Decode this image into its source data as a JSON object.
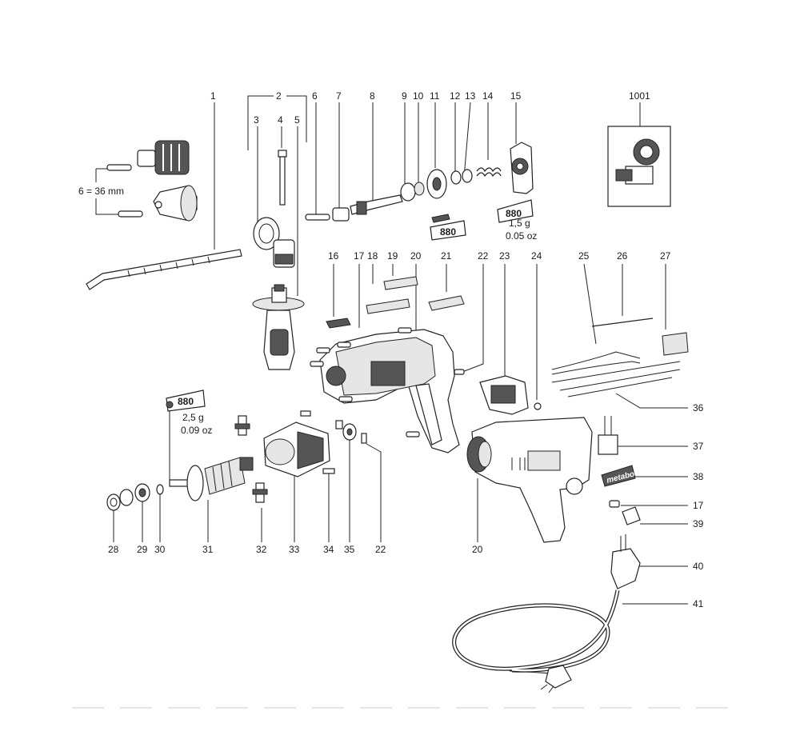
{
  "callouts": [
    "1",
    "2",
    "3",
    "4",
    "5",
    "6",
    "7",
    "8",
    "9",
    "10",
    "11",
    "12",
    "13",
    "14",
    "15",
    "1001",
    "16",
    "17",
    "18",
    "19",
    "20",
    "21",
    "22",
    "23",
    "24",
    "25",
    "26",
    "27",
    "36",
    "37",
    "38",
    "17",
    "39",
    "40",
    "41",
    "28",
    "29",
    "30",
    "31",
    "32",
    "33",
    "34",
    "35",
    "22",
    "20"
  ],
  "notes": {
    "screw_length": "6 = 36 mm",
    "grease_small_g": "1,5 g",
    "grease_small_oz": "0.05 oz",
    "grease_large_g": "2,5 g",
    "grease_large_oz": "0.09 oz",
    "grease_code": "880",
    "brand": "metabo"
  }
}
